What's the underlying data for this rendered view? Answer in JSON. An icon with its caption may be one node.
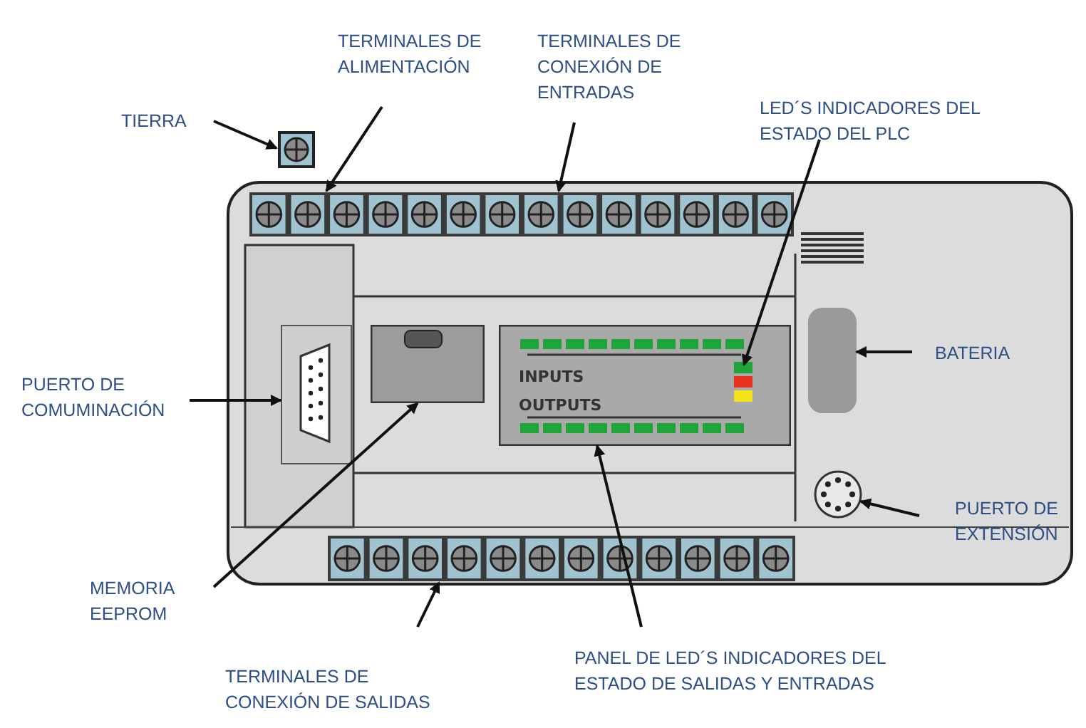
{
  "diagram": {
    "nodes": [
      {
        "text": [
          "TIERRA"
        ]
      },
      {
        "text": [
          "TERMINALES DE ALIMENTACIÓN"
        ]
      },
      {
        "text": [
          "TERMINALES DE CONEXIÓN DE ENTRADAS"
        ]
      },
      {
        "text": [
          "LED´S INDICADORES DEL ESTADO DEL PLC"
        ]
      },
      {
        "text": [
          "PUERTO DE COMUMINACIÓN"
        ]
      },
      {
        "text": [
          "BATERIA"
        ]
      },
      {
        "text": [
          "PUERTO DE EXTENSIÓN"
        ]
      },
      {
        "text": [
          "MEMORIA EEPROM"
        ]
      },
      {
        "text": [
          "TERMINALES DE CONEXIÓN DE SALIDAS"
        ]
      },
      {
        "text": [
          "PANEL DE LED´S INDICADORES DEL ESTADO DE SALIDAS Y ENTRADAS"
        ]
      },
      {
        "text": [],
        "shape": "box"
      },
      {
        "text": [],
        "shape": "bar"
      },
      {
        "text": [],
        "shape": "box"
      },
      {
        "text": [],
        "shape": "box"
      },
      {
        "text": [
          "INPUTS",
          "OUTPUTS"
        ]
      },
      {
        "text": [],
        "shape": "bar",
        "in": 14
      },
      {
        "text": [],
        "shape": "box"
      },
      {
        "text": [],
        "shape": "circle"
      },
      {
        "text": [],
        "shape": "bar"
      }
    ],
    "edges": [
      {
        "from": 0,
        "to": 10,
        "arrow": "to"
      },
      {
        "from": 1,
        "to": 11,
        "arrow": "to"
      },
      {
        "from": 2,
        "to": 11,
        "arrow": "to"
      },
      {
        "from": 3,
        "to": 15,
        "arrow": "to"
      },
      {
        "from": 4,
        "to": 12,
        "arrow": "to"
      },
      {
        "from": 5,
        "to": 16,
        "arrow": "to"
      },
      {
        "from": 6,
        "to": 17,
        "arrow": "to"
      },
      {
        "from": 7,
        "to": 13,
        "arrow": "to"
      },
      {
        "from": 8,
        "to": 18,
        "arrow": "to"
      },
      {
        "from": 9,
        "to": 14,
        "arrow": "to"
      }
    ]
  }
}
